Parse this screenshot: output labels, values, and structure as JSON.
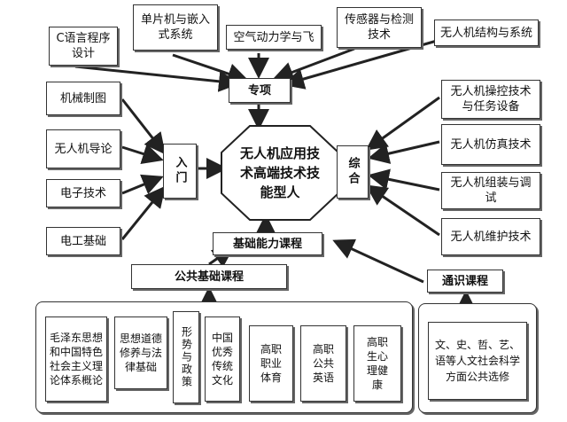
{
  "center": "无人机应用技术高端技术技能型人",
  "hubs": {
    "zhuanxiang": "专项",
    "rumen": "入门",
    "zonghe": "综合",
    "jichu_nengli": "基础能力课程",
    "gonggong_jichu": "公共基础课程",
    "tongshi": "通识课程"
  },
  "top_courses": [
    "C语言程序设计",
    "单片机与嵌入式系统",
    "空气动力学与飞",
    "传感器与检测技术",
    "无人机结构与系统"
  ],
  "left_courses": [
    "机械制图",
    "无人机导论",
    "电子技术",
    "电工基础"
  ],
  "right_courses": [
    "无人机操控技术与任务设备",
    "无人机仿真技术",
    "无人机组装与调试",
    "无人机维护技术"
  ],
  "public_courses": [
    "毛泽东思想和中国特色社会主义理论体系概论",
    "思想道德修养与法律基础",
    "形势与政策",
    "中国优秀传统文化",
    "高职职业体育",
    "高职公共英语",
    "高职生心理健康"
  ],
  "general_courses": [
    "文、史、哲、艺、语等人文社会科学方面公共选修"
  ]
}
